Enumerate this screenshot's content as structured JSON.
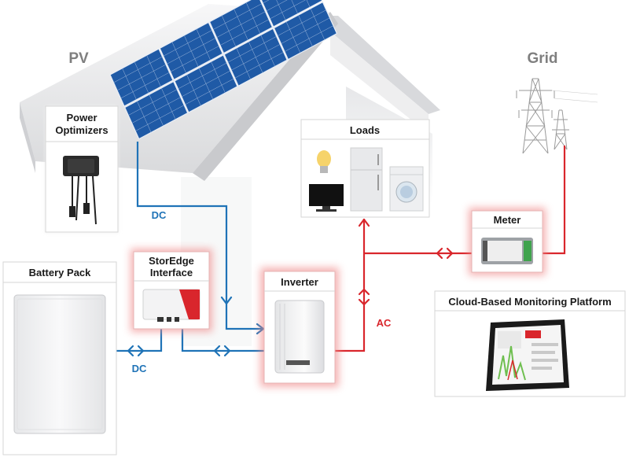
{
  "labels": {
    "pv": "PV",
    "grid": "Grid",
    "power_optimizers_line1": "Power",
    "power_optimizers_line2": "Optimizers",
    "loads": "Loads",
    "meter": "Meter",
    "storedge_line1": "StorEdge",
    "storedge_line2": "Interface",
    "inverter": "Inverter",
    "battery_pack": "Battery Pack",
    "monitoring": "Cloud-Based Monitoring Platform",
    "dc_top": "DC",
    "dc_bottom": "DC",
    "ac": "AC"
  },
  "colors": {
    "dc_line": "#1f73b7",
    "ac_line": "#d9262c",
    "glow": "#f08a8a",
    "panel": "#1f5aa6",
    "roof": "#e9eaec"
  },
  "icons": [
    "transmission-tower-icon",
    "light-bulb-icon",
    "tv-icon",
    "fridge-icon",
    "washing-machine-icon",
    "tablet-icon",
    "double-arrow-icon"
  ]
}
